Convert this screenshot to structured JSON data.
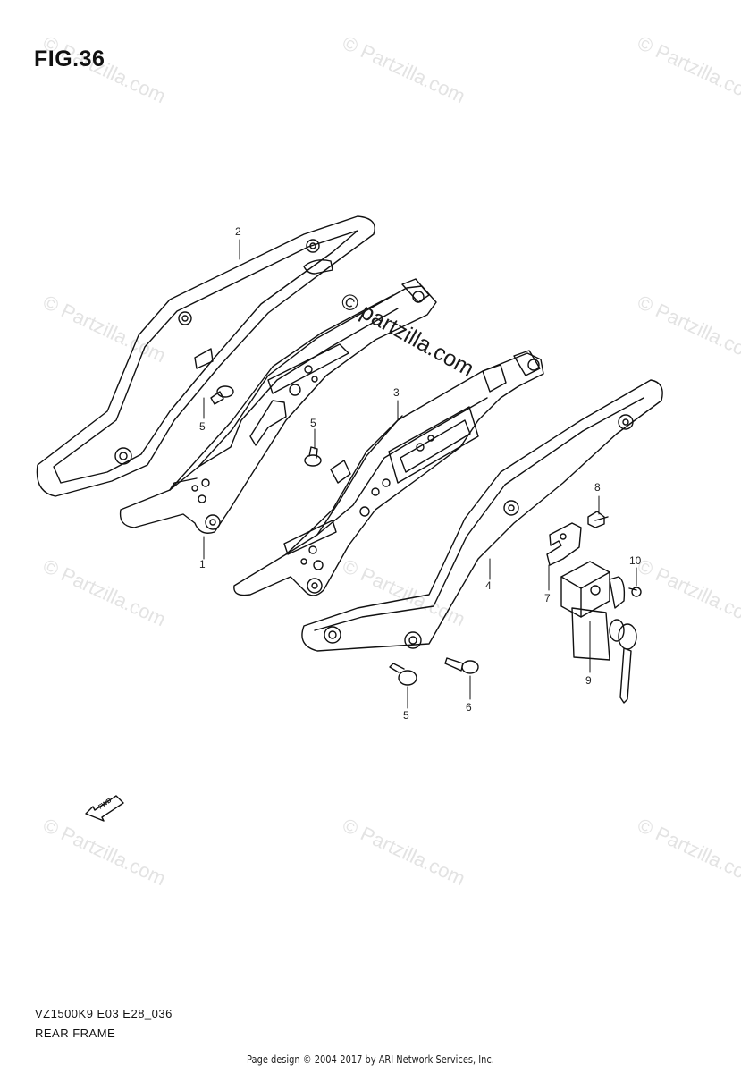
{
  "figure": {
    "title": "FIG.36",
    "model_code": "VZ1500K9 E03 E28_036",
    "name": "REAR FRAME"
  },
  "watermark": {
    "text": "© Partzilla.com",
    "main_text": "© partzilla.com"
  },
  "callouts": {
    "c1": "1",
    "c2": "2",
    "c3": "3",
    "c4": "4",
    "c5a": "5",
    "c5b": "5",
    "c5c": "5",
    "c6": "6",
    "c7": "7",
    "c8": "8",
    "c9": "9",
    "c10": "10"
  },
  "fwd_label": "FWD",
  "footer": "Page design © 2004-2017 by ARI Network Services, Inc."
}
